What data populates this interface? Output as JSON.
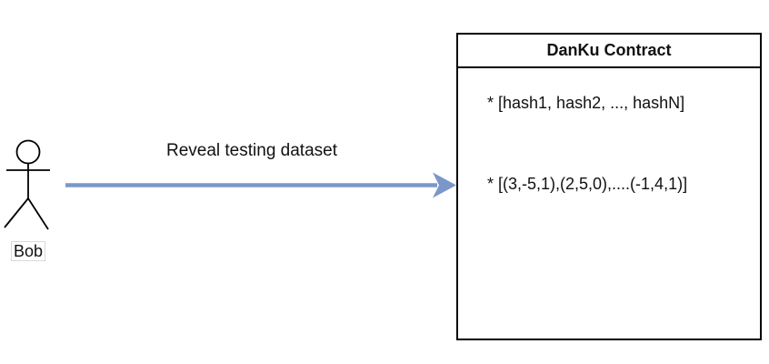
{
  "diagram": {
    "actor": {
      "label": "Bob"
    },
    "arrow": {
      "label": "Reveal testing dataset",
      "fill_color": "#7b97c9",
      "stroke_color": "#5f7db3"
    },
    "contract": {
      "title": "DanKu Contract",
      "items": [
        "* [hash1, hash2, ..., hashN]",
        "* [(3,-5,1),(2,5,0),....(-1,4,1)]"
      ]
    }
  }
}
